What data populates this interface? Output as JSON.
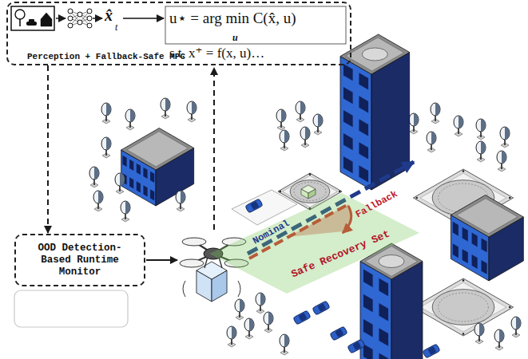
{
  "diagram": {
    "nodes": [
      {
        "text": [
          "Perception + Fallback-Safe MPC"
        ]
      },
      {
        "text": [
          "OOD Detection- Based Runtime Monitor"
        ]
      },
      {
        "text": [
          "Safe Recovery Set"
        ]
      }
    ],
    "edges": [
      {
        "from": 0,
        "to": 1,
        "arrow": "to"
      }
    ],
    "labels": [
      "x̂",
      "t",
      "u⋆ = arg min C(x̂, u)",
      "u",
      "s.t. x⁺ = f(x, u)…",
      "Nominal",
      "Fallback"
    ]
  }
}
